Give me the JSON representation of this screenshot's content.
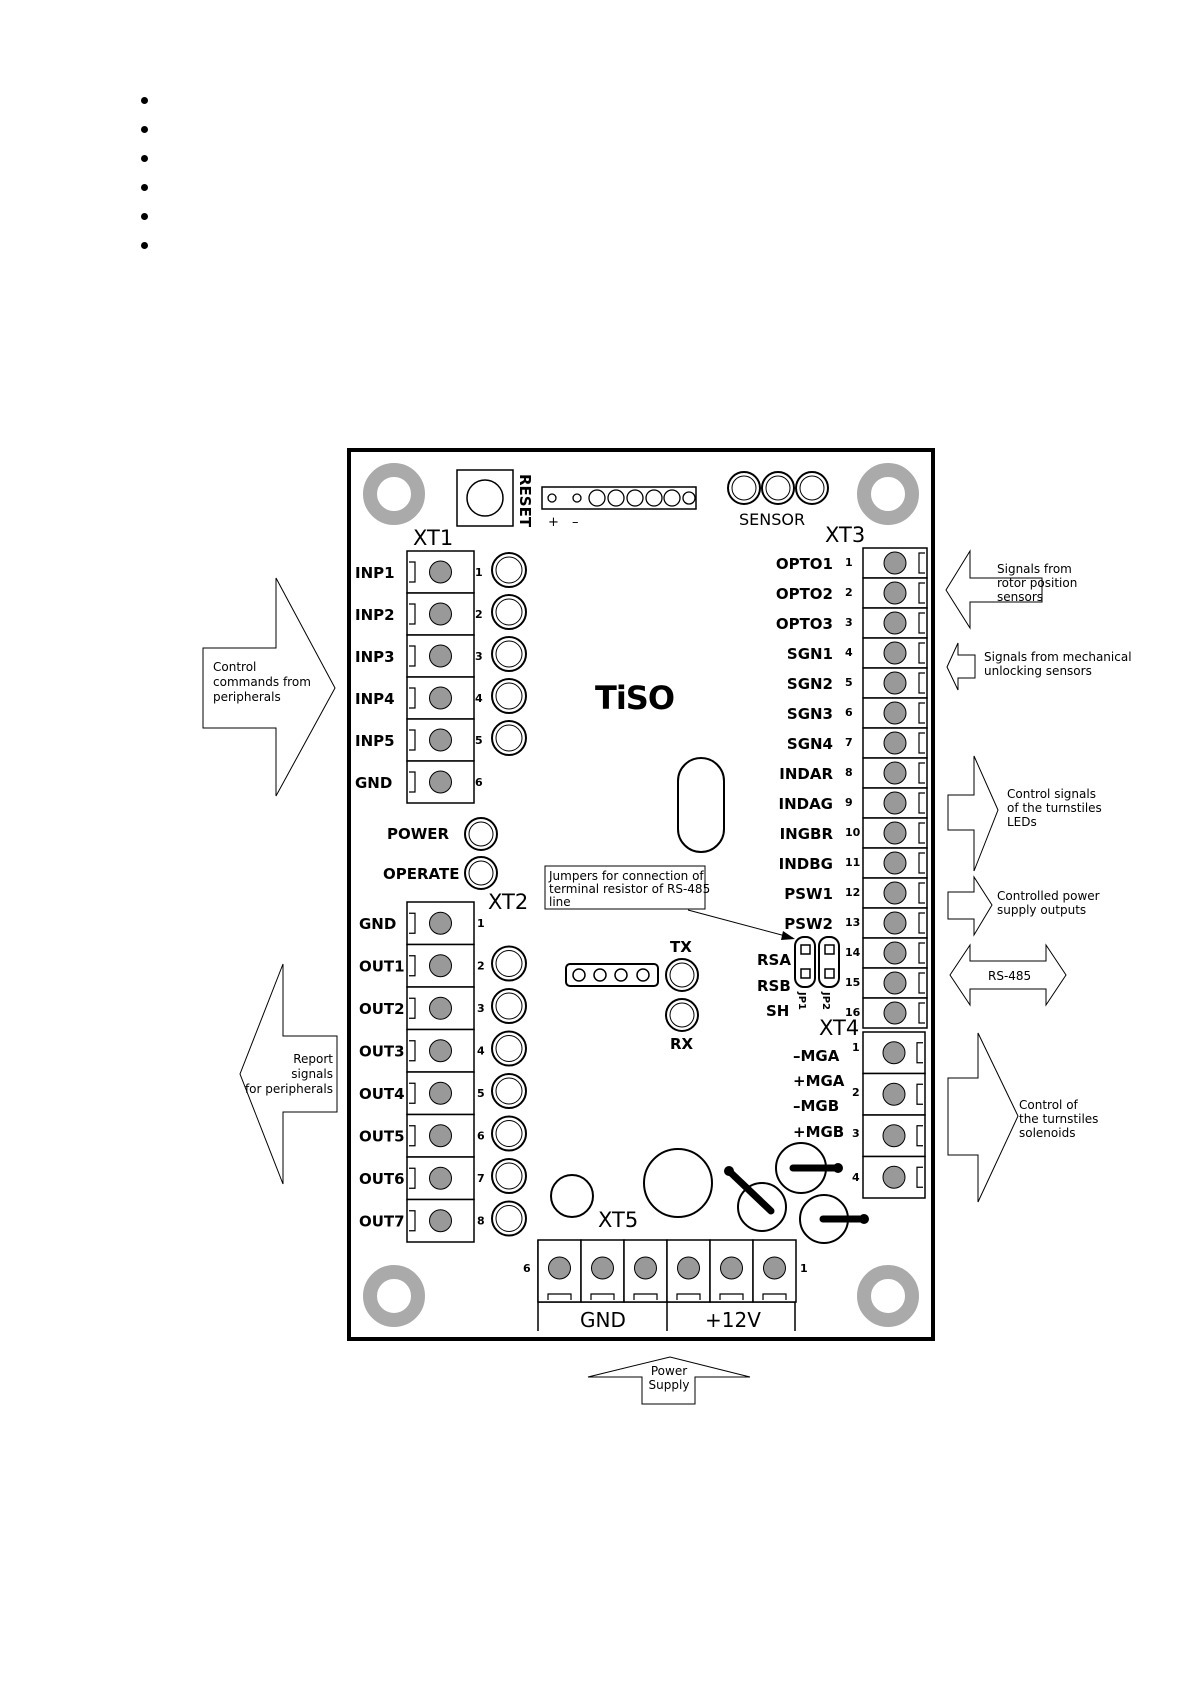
{
  "bullets": 6,
  "board": {
    "reset": "RESET",
    "plus": "+",
    "minus": "–",
    "sensor": "SENSOR",
    "logo": "TiSO",
    "xt1": {
      "title": "XT1",
      "pins": [
        {
          "name": "INP1",
          "num": "1"
        },
        {
          "name": "INP2",
          "num": "2"
        },
        {
          "name": "INP3",
          "num": "3"
        },
        {
          "name": "INP4",
          "num": "4"
        },
        {
          "name": "INP5",
          "num": "5"
        },
        {
          "name": "GND",
          "num": "6"
        }
      ]
    },
    "power": "POWER",
    "operate": "OPERATE",
    "xt2": {
      "title": "XT2",
      "pins": [
        {
          "name": "GND",
          "num": "1"
        },
        {
          "name": "OUT1",
          "num": "2"
        },
        {
          "name": "OUT2",
          "num": "3"
        },
        {
          "name": "OUT3",
          "num": "4"
        },
        {
          "name": "OUT4",
          "num": "5"
        },
        {
          "name": "OUT5",
          "num": "6"
        },
        {
          "name": "OUT6",
          "num": "7"
        },
        {
          "name": "OUT7",
          "num": "8"
        }
      ]
    },
    "xt3": {
      "title": "XT3",
      "pins": [
        {
          "name": "OPTO1",
          "num": "1"
        },
        {
          "name": "OPTO2",
          "num": "2"
        },
        {
          "name": "OPTO3",
          "num": "3"
        },
        {
          "name": "SGN1",
          "num": "4"
        },
        {
          "name": "SGN2",
          "num": "5"
        },
        {
          "name": "SGN3",
          "num": "6"
        },
        {
          "name": "SGN4",
          "num": "7"
        },
        {
          "name": "INDAR",
          "num": "8"
        },
        {
          "name": "INDAG",
          "num": "9"
        },
        {
          "name": "INGBR",
          "num": "10"
        },
        {
          "name": "INDBG",
          "num": "11"
        },
        {
          "name": "PSW1",
          "num": "12"
        },
        {
          "name": "PSW2",
          "num": "13"
        },
        {
          "name": "",
          "num": "14"
        },
        {
          "name": "",
          "num": "15"
        },
        {
          "name": "",
          "num": "16"
        }
      ]
    },
    "rs_labels": [
      "RSA",
      "RSB",
      "SH"
    ],
    "jp1": "JP1",
    "jp2": "JP2",
    "xt4": {
      "title": "XT4",
      "labels": [
        "–MGA",
        "+MGA",
        "–MGB",
        "+MGB"
      ],
      "nums": [
        "1",
        "2",
        "3",
        "4"
      ]
    },
    "tx": "TX",
    "rx": "RX",
    "xt5": {
      "title": "XT5",
      "left_num": "6",
      "right_num": "1",
      "gnd": "GND",
      "v12": "+12V"
    },
    "jumper_note": [
      "Jumpers for connection of",
      "terminal resistor of RS-485",
      "line"
    ]
  },
  "arrows": {
    "control_commands": [
      "Control",
      "commands from",
      "peripherals"
    ],
    "report_signals": [
      "Report",
      "signals",
      "for peripherals"
    ],
    "rotor": [
      "Signals from",
      "rotor position",
      "sensors"
    ],
    "mechanical": [
      "Signals from mechanical",
      "unlocking sensors"
    ],
    "leds": [
      "Control signals",
      "of the turnstiles",
      "LEDs"
    ],
    "power_outputs": [
      "Controlled power",
      "supply outputs"
    ],
    "rs485": [
      "RS-485"
    ],
    "solenoids": [
      "Control of",
      "the turnstiles",
      "solenoids"
    ],
    "power_supply": [
      "Power",
      "Supply"
    ]
  }
}
